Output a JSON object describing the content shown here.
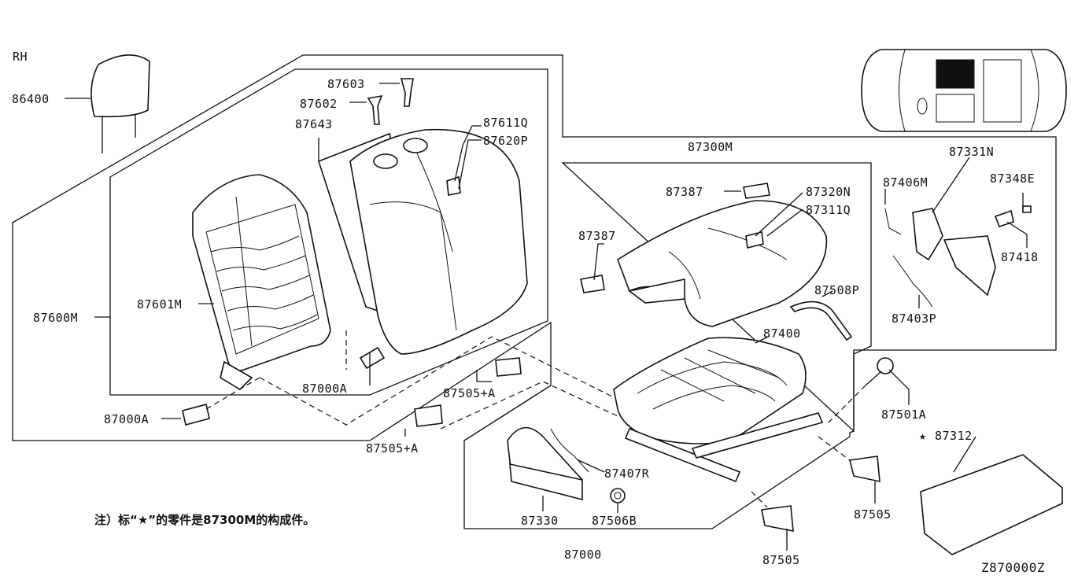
{
  "side_label": "RH",
  "drawing_code": "Z870000Z",
  "note": "注）标“★”的零件是87300M的构成件。",
  "star_marker": "★",
  "parts": {
    "p86400": "86400",
    "p87603": "87603",
    "p87602": "87602",
    "p87643": "87643",
    "p87611Q": "87611Q",
    "p87620P": "87620P",
    "p87600M": "87600M",
    "p87601M": "87601M",
    "p87000A_1": "87000A",
    "p87000A_2": "87000A",
    "p87505A_1": "87505+A",
    "p87505A_2": "87505+A",
    "p87300M": "87300M",
    "p87387_1": "87387",
    "p87387_2": "87387",
    "p87320N": "87320N",
    "p87311Q": "87311Q",
    "p87508P": "87508P",
    "p87400": "87400",
    "p87331N": "87331N",
    "p87406M": "87406M",
    "p87348E": "87348E",
    "p87418": "87418",
    "p87403P": "87403P",
    "p87501A": "87501A",
    "p87312": "87312",
    "p87407R": "87407R",
    "p87330": "87330",
    "p87506B": "87506B",
    "p87505_1": "87505",
    "p87505_2": "87505",
    "p87000": "87000"
  }
}
